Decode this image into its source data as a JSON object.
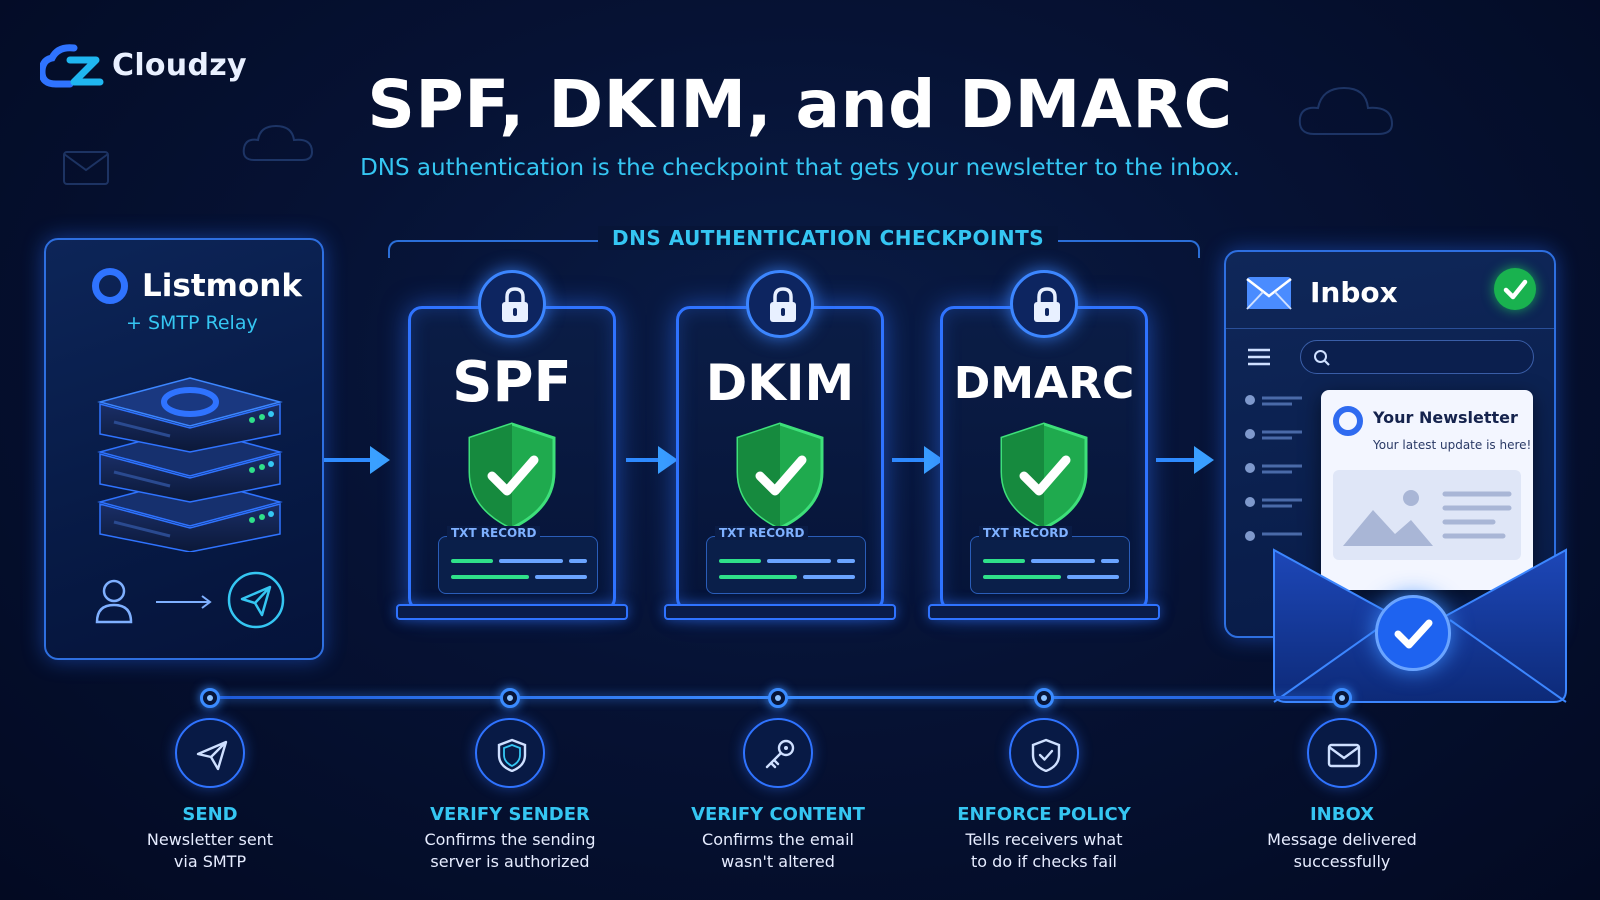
{
  "brand": {
    "name": "Cloudzy"
  },
  "header": {
    "title": "SPF, DKIM, and DMARC",
    "subtitle": "DNS authentication is the checkpoint that gets your newsletter to the inbox."
  },
  "checkpoints_label": "DNS AUTHENTICATION CHECKPOINTS",
  "sender": {
    "title": "Listmonk",
    "subtitle": "+ SMTP Relay"
  },
  "checkpoints": [
    {
      "name": "SPF",
      "record_label": "TXT RECORD"
    },
    {
      "name": "DKIM",
      "record_label": "TXT RECORD"
    },
    {
      "name": "DMARC",
      "record_label": "TXT RECORD"
    }
  ],
  "inbox": {
    "title": "Inbox",
    "newsletter_title": "Your Newsletter",
    "newsletter_subtitle": "Your latest update is here!"
  },
  "steps": [
    {
      "title": "SEND",
      "desc_line1": "Newsletter sent",
      "desc_line2": "via SMTP",
      "icon": "send-icon"
    },
    {
      "title": "VERIFY SENDER",
      "desc_line1": "Confirms the sending",
      "desc_line2": "server is authorized",
      "icon": "shield-icon"
    },
    {
      "title": "VERIFY CONTENT",
      "desc_line1": "Confirms the email",
      "desc_line2": "wasn't altered",
      "icon": "key-icon"
    },
    {
      "title": "ENFORCE POLICY",
      "desc_line1": "Tells receivers what",
      "desc_line2": "to do if checks fail",
      "icon": "shield-check-icon"
    },
    {
      "title": "INBOX",
      "desc_line1": "Message delivered",
      "desc_line2": "successfully",
      "icon": "mail-icon"
    }
  ],
  "colors": {
    "background": "#061234",
    "accent_blue": "#2f73ff",
    "accent_cyan": "#35c6f2",
    "success_green": "#19b24f"
  }
}
